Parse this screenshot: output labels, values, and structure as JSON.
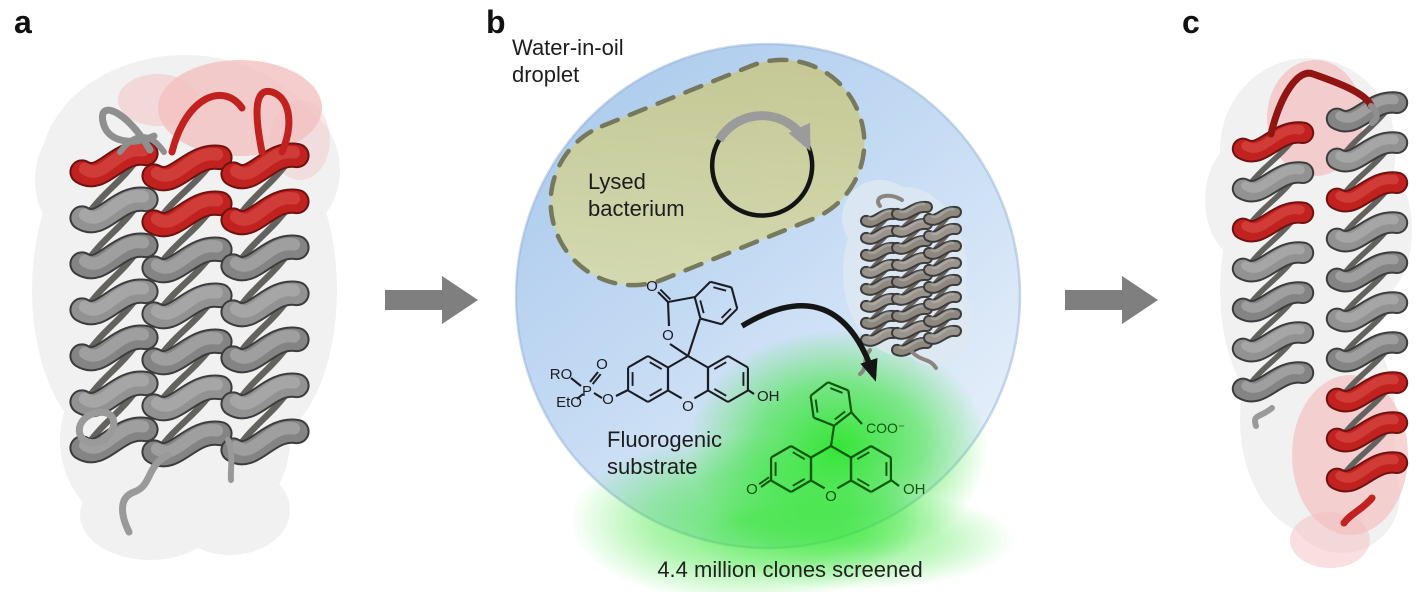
{
  "figure": {
    "caption": "4.4 million clones screened"
  },
  "panel_a": {
    "label": "a"
  },
  "panel_b": {
    "label": "b",
    "droplet_label": {
      "line1": "Water-in-oil",
      "line2": "droplet"
    },
    "bacterium_label": {
      "line1": "Lysed",
      "line2": "bacterium"
    },
    "substrate_label": {
      "line1": "Fluorogenic",
      "line2": "substrate"
    },
    "substrate_atoms": {
      "ro": "RO",
      "o_phosphoryl": "O",
      "p": "P",
      "eto": "EtO",
      "o_bridge": "O",
      "o_carbonyl": "O",
      "o_lactone": "O",
      "o_xanthene": "O",
      "oh": "OH"
    },
    "product_atoms": {
      "carboxylate": "COO⁻",
      "o_ketone": "O",
      "o_xanthene": "O",
      "oh": "OH"
    }
  },
  "panel_c": {
    "label": "c"
  },
  "colors": {
    "droplet_blue_edge": "#a6c7eb",
    "droplet_blue_mid": "#c2d9f3",
    "droplet_blue_light": "#eaf2fb",
    "bacterium_olive_light": "#d9dcab",
    "bacterium_olive_dark": "#c5c586",
    "bacterium_border": "#6d6d48",
    "plasmid_black": "#141414",
    "plasmid_arrow_gray": "#9b9b9b",
    "helix_gray": "#8d8d8d",
    "highlight_red": "#c1221f",
    "surface_white": "#f0f0f0",
    "surface_pink": "#f3c0c0",
    "glow_green": "#2ce52c",
    "arrow_gray": "#7f7f7f",
    "substrate_line_color": "#1c1c24",
    "product_line_color": "#0a5a0a",
    "text_color": "#1d1d1d"
  }
}
